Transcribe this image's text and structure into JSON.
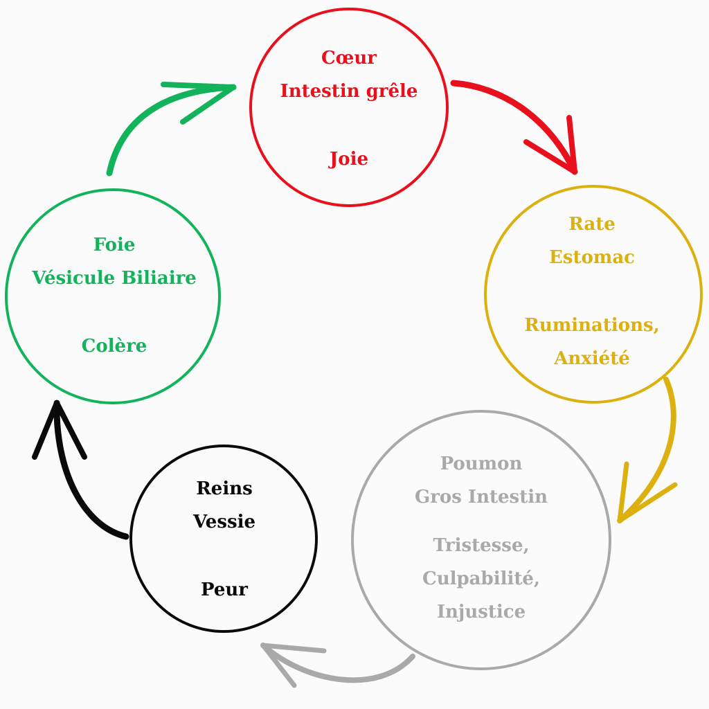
{
  "colors": {
    "red": "#e8101c",
    "yellow": "#dcb00e",
    "grey": "#a9a9a9",
    "black": "#0a0a0a",
    "green": "#13b35c"
  },
  "nodes": {
    "coeur": {
      "organ1": "Cœur",
      "organ2": "Intestin grêle",
      "emotion1": "Joie"
    },
    "rate": {
      "organ1": "Rate",
      "organ2": "Estomac",
      "emotion1": "Ruminations,",
      "emotion2": "Anxiété"
    },
    "poumon": {
      "organ1": "Poumon",
      "organ2": "Gros Intestin",
      "emotion1": "Tristesse,",
      "emotion2": "Culpabilité,",
      "emotion3": "Injustice"
    },
    "reins": {
      "organ1": "Reins",
      "organ2": "Vessie",
      "emotion1": "Peur"
    },
    "foie": {
      "organ1": "Foie",
      "organ2": "Vésicule Biliaire",
      "emotion1": "Colère"
    }
  },
  "arrows": [
    {
      "from": "coeur",
      "to": "rate",
      "color": "red",
      "icon": "arrow-icon"
    },
    {
      "from": "rate",
      "to": "poumon",
      "color": "yellow",
      "icon": "arrow-icon"
    },
    {
      "from": "poumon",
      "to": "reins",
      "color": "grey",
      "icon": "arrow-icon"
    },
    {
      "from": "reins",
      "to": "foie",
      "color": "black",
      "icon": "arrow-icon"
    },
    {
      "from": "foie",
      "to": "coeur",
      "color": "green",
      "icon": "arrow-icon"
    }
  ]
}
